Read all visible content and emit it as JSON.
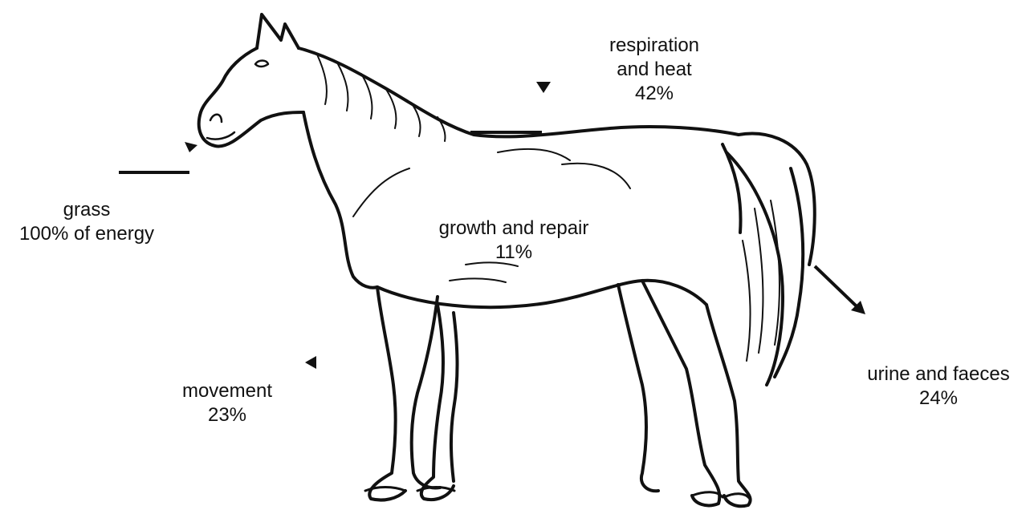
{
  "labels": {
    "grass": {
      "line1": "grass",
      "line2": "100% of energy"
    },
    "respiration": {
      "line1": "respiration",
      "line2": "and heat",
      "line3": "42%"
    },
    "growth": {
      "line1": "growth and repair",
      "line2": "11%"
    },
    "movement": {
      "line1": "movement",
      "line2": "23%"
    },
    "waste": {
      "line1": "urine and faeces",
      "line2": "24%"
    }
  },
  "colors": {
    "line": "#111111",
    "text": "#111111"
  }
}
